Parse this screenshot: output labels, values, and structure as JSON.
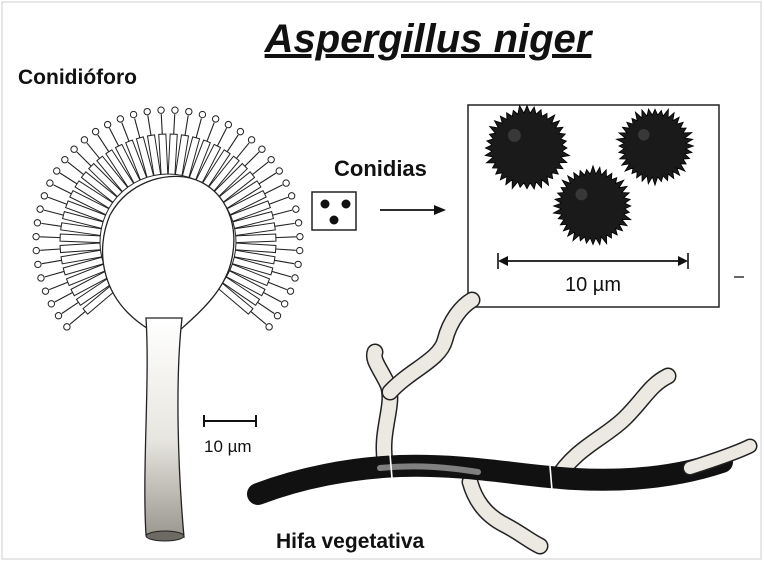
{
  "title": "Aspergillus niger",
  "labels": {
    "conidiophore": "Conidióforo",
    "conidia": "Conidias",
    "hypha": "Hifa vegetativa"
  },
  "scale_bars": {
    "conidia_inset": "10 µm",
    "conidiophore": "10 µm"
  },
  "colors": {
    "ink": "#111111",
    "spore_fill": "#1a1a1a",
    "hypha_light": "#ece9e2",
    "hypha_dark": "#141414"
  }
}
